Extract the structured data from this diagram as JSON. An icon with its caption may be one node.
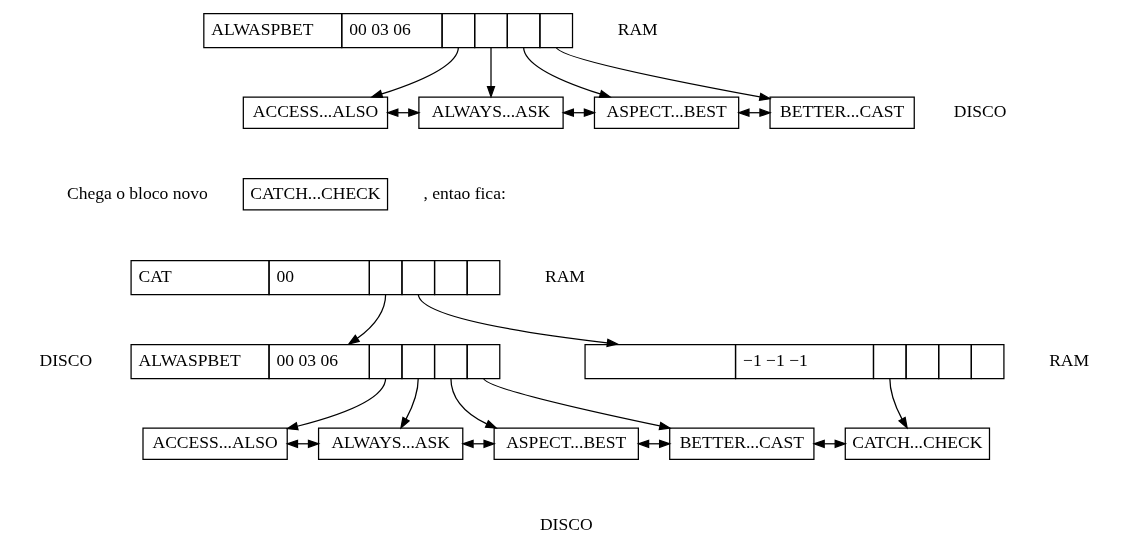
{
  "diagram": {
    "nodes": [
      {
        "text": [
          "ALWASPBET",
          "00 03 06"
        ],
        "beside": [
          "RAM"
        ]
      },
      {
        "text": [
          "ACCESS...ALSO"
        ]
      },
      {
        "text": [
          "ALWAYS...ASK"
        ]
      },
      {
        "text": [
          "ASPECT...BEST"
        ]
      },
      {
        "text": [
          "BETTER...CAST"
        ],
        "beside": [
          "DISCO"
        ]
      },
      {
        "text": [
          "CATCH...CHECK"
        ]
      },
      {
        "text": [
          "CAT",
          "00"
        ],
        "beside": [
          "RAM"
        ]
      },
      {
        "text": [
          "ALWASPBET",
          "00 03 06"
        ],
        "beside": [
          "DISCO"
        ]
      },
      {
        "text": [
          "−1 −1 −1"
        ],
        "beside": [
          "RAM"
        ]
      },
      {
        "text": [
          "ACCESS...ALSO"
        ]
      },
      {
        "text": [
          "ALWAYS...ASK"
        ]
      },
      {
        "text": [
          "ASPECT...BEST"
        ]
      },
      {
        "text": [
          "BETTER...CAST"
        ]
      },
      {
        "text": [
          "CATCH...CHECK"
        ]
      }
    ],
    "edges": [
      {
        "from": 0,
        "to": 1,
        "arrow": "to"
      },
      {
        "from": 0,
        "to": 2,
        "arrow": "to"
      },
      {
        "from": 0,
        "to": 3,
        "arrow": "to"
      },
      {
        "from": 0,
        "to": 4,
        "arrow": "to"
      },
      {
        "from": 1,
        "to": 2,
        "arrow": "both"
      },
      {
        "from": 2,
        "to": 3,
        "arrow": "both"
      },
      {
        "from": 3,
        "to": 4,
        "arrow": "both"
      },
      {
        "from": 6,
        "to": 7,
        "arrow": "to"
      },
      {
        "from": 6,
        "to": 8,
        "arrow": "to"
      },
      {
        "from": 7,
        "to": 9,
        "arrow": "to"
      },
      {
        "from": 7,
        "to": 10,
        "arrow": "to"
      },
      {
        "from": 7,
        "to": 11,
        "arrow": "to"
      },
      {
        "from": 7,
        "to": 12,
        "arrow": "to"
      },
      {
        "from": 8,
        "to": 13,
        "arrow": "to"
      },
      {
        "from": 9,
        "to": 10,
        "arrow": "both"
      },
      {
        "from": 10,
        "to": 11,
        "arrow": "both"
      },
      {
        "from": 11,
        "to": 12,
        "arrow": "both"
      },
      {
        "from": 12,
        "to": 13,
        "arrow": "both"
      }
    ],
    "labels": [
      "Chega o bloco novo",
      ", entao fica:",
      "DISCO"
    ]
  }
}
